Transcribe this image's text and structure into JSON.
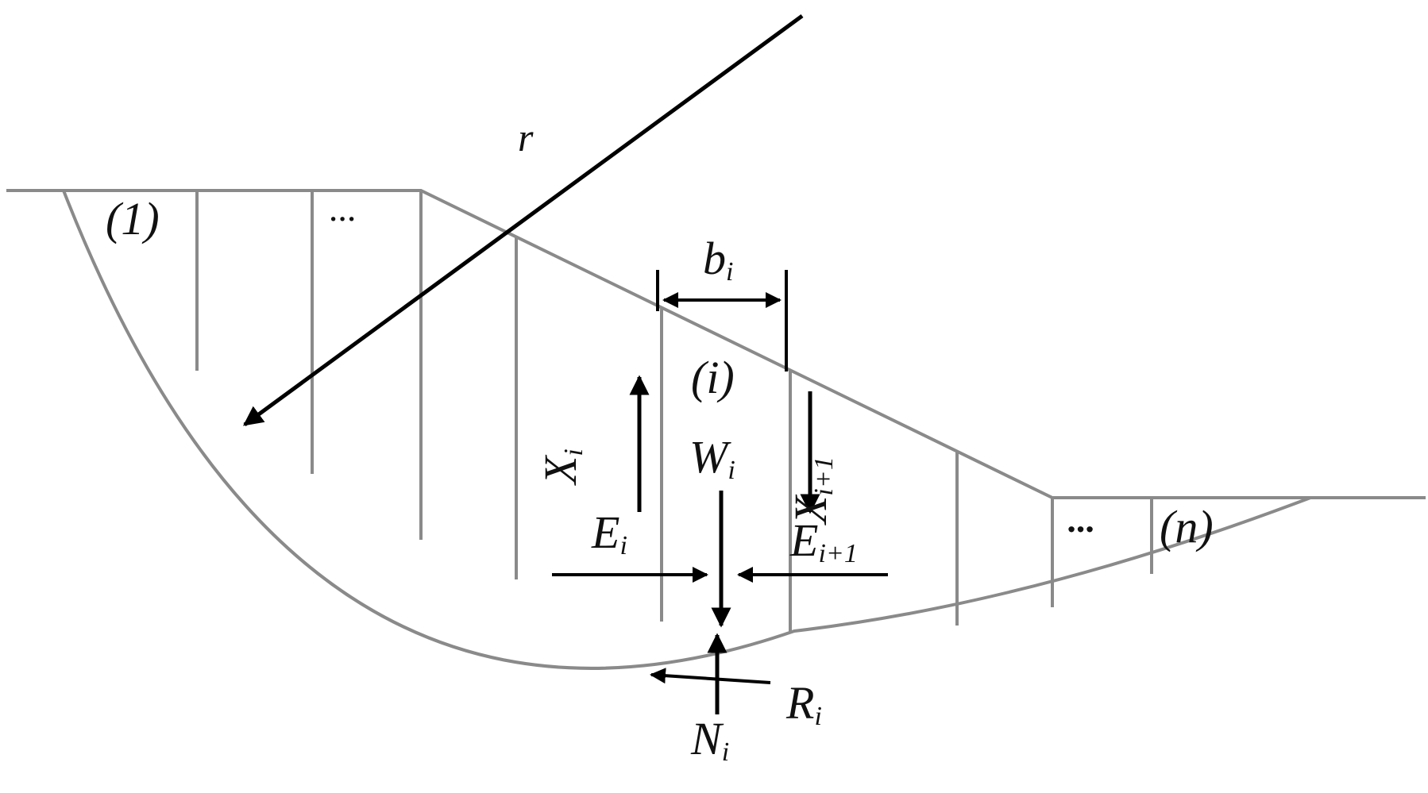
{
  "diagram": {
    "radius_label": "r",
    "slice_first": "(1)",
    "slice_mid_dots": "...",
    "slice_i": "(i)",
    "slice_right_dots": "...",
    "slice_last": "(n)",
    "width_label": "b",
    "width_sub": "i",
    "weight_label": "W",
    "weight_sub": "i",
    "shear_left_label": "X",
    "shear_left_sub": "i",
    "shear_right_label": "X",
    "shear_right_sub": "i+1",
    "normal_left_label": "E",
    "normal_left_sub": "i",
    "normal_right_label": "E",
    "normal_right_sub": "i+1",
    "base_normal_label": "N",
    "base_normal_sub": "i",
    "base_shear_label": "R",
    "base_shear_sub": "i"
  }
}
